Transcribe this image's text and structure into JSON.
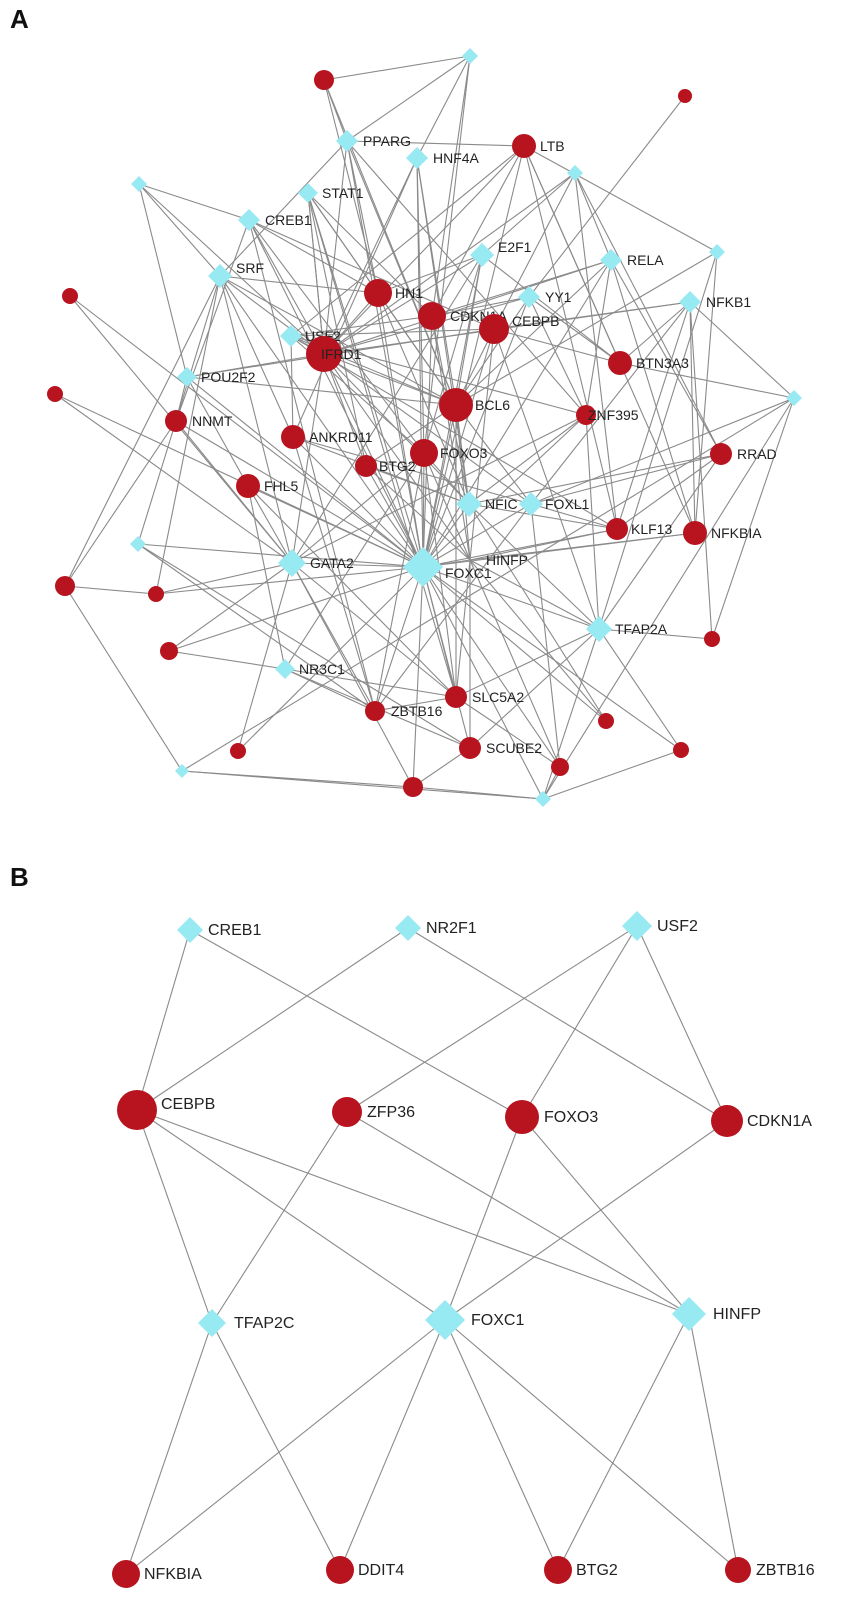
{
  "colors": {
    "gene": "#b8141f",
    "tf": "#98eaf2",
    "edge": "#8a8a8a"
  },
  "panelA": {
    "letter": "A",
    "nodes": [
      {
        "id": "PPARG",
        "label": "PPARG",
        "type": "tf"
      },
      {
        "id": "HNF4A",
        "label": "HNF4A",
        "type": "tf"
      },
      {
        "id": "LTB",
        "label": "LTB",
        "type": "gene"
      },
      {
        "id": "STAT1",
        "label": "STAT1",
        "type": "tf"
      },
      {
        "id": "CREB1",
        "label": "CREB1",
        "type": "tf"
      },
      {
        "id": "E2F1",
        "label": "E2F1",
        "type": "tf"
      },
      {
        "id": "RELA",
        "label": "RELA",
        "type": "tf"
      },
      {
        "id": "SRF",
        "label": "SRF",
        "type": "tf"
      },
      {
        "id": "HN1",
        "label": "HN1",
        "type": "gene"
      },
      {
        "id": "YY1",
        "label": "YY1",
        "type": "tf"
      },
      {
        "id": "NFKB1",
        "label": "NFKB1",
        "type": "tf"
      },
      {
        "id": "CDKN1A",
        "label": "CDKN1A",
        "type": "gene"
      },
      {
        "id": "CEBPB",
        "label": "CEBPB",
        "type": "gene"
      },
      {
        "id": "USF2",
        "label": "USF2",
        "type": "tf"
      },
      {
        "id": "IFRD1",
        "label": "IFRD1",
        "type": "gene"
      },
      {
        "id": "BTN3A3",
        "label": "BTN3A3",
        "type": "gene"
      },
      {
        "id": "POU2F2",
        "label": "POU2F2",
        "type": "tf"
      },
      {
        "id": "BCL6",
        "label": "BCL6",
        "type": "gene"
      },
      {
        "id": "NNMT",
        "label": "NNMT",
        "type": "gene"
      },
      {
        "id": "ZNF395",
        "label": "ZNF395",
        "type": "gene"
      },
      {
        "id": "ANKRD11",
        "label": "ANKRD11",
        "type": "gene"
      },
      {
        "id": "FOXO3",
        "label": "FOXO3",
        "type": "gene"
      },
      {
        "id": "BTG2",
        "label": "BTG2",
        "type": "gene"
      },
      {
        "id": "RRAD",
        "label": "RRAD",
        "type": "gene"
      },
      {
        "id": "FHL5",
        "label": "FHL5",
        "type": "gene"
      },
      {
        "id": "NFIC",
        "label": "NFIC",
        "type": "tf"
      },
      {
        "id": "FOXL1",
        "label": "FOXL1",
        "type": "tf"
      },
      {
        "id": "KLF13",
        "label": "KLF13",
        "type": "gene"
      },
      {
        "id": "NFKBIA",
        "label": "NFKBIA",
        "type": "gene"
      },
      {
        "id": "GATA2",
        "label": "GATA2",
        "type": "tf"
      },
      {
        "id": "FOXC1",
        "label": "FOXC1",
        "type": "tf"
      },
      {
        "id": "HINFP",
        "label": "HINFP",
        "type": "tf"
      },
      {
        "id": "TFAP2A",
        "label": "TFAP2A",
        "type": "tf"
      },
      {
        "id": "NR3C1",
        "label": "NR3C1",
        "type": "tf"
      },
      {
        "id": "SLC5A2",
        "label": "SLC5A2",
        "type": "gene"
      },
      {
        "id": "ZBTB16",
        "label": "ZBTB16",
        "type": "gene"
      },
      {
        "id": "SCUBE2",
        "label": "SCUBE2",
        "type": "gene"
      },
      {
        "id": "u1",
        "label": "",
        "type": "tf"
      },
      {
        "id": "u2",
        "label": "",
        "type": "gene"
      },
      {
        "id": "u3",
        "label": "",
        "type": "gene"
      },
      {
        "id": "u4",
        "label": "",
        "type": "tf"
      },
      {
        "id": "u5",
        "label": "",
        "type": "tf"
      },
      {
        "id": "u6",
        "label": "",
        "type": "tf"
      },
      {
        "id": "u7",
        "label": "",
        "type": "tf"
      },
      {
        "id": "u8",
        "label": "",
        "type": "tf"
      },
      {
        "id": "u9",
        "label": "",
        "type": "tf"
      },
      {
        "id": "u10",
        "label": "",
        "type": "tf"
      },
      {
        "id": "u11",
        "label": "",
        "type": "gene"
      },
      {
        "id": "u12",
        "label": "",
        "type": "gene"
      },
      {
        "id": "u13",
        "label": "",
        "type": "gene"
      },
      {
        "id": "u14",
        "label": "",
        "type": "gene"
      },
      {
        "id": "u15",
        "label": "",
        "type": "gene"
      },
      {
        "id": "u16",
        "label": "",
        "type": "gene"
      },
      {
        "id": "u17",
        "label": "",
        "type": "gene"
      },
      {
        "id": "u18",
        "label": "",
        "type": "gene"
      },
      {
        "id": "u19",
        "label": "",
        "type": "gene"
      },
      {
        "id": "u20",
        "label": "",
        "type": "gene"
      },
      {
        "id": "u21",
        "label": "",
        "type": "tf"
      },
      {
        "id": "u22",
        "label": "",
        "type": "tf"
      },
      {
        "id": "u23",
        "label": "",
        "type": "gene"
      }
    ],
    "edges": [
      [
        "u2",
        "u1"
      ],
      [
        "u2",
        "PPARG"
      ],
      [
        "u2",
        "HN1"
      ],
      [
        "u2",
        "BCL6"
      ],
      [
        "u1",
        "PPARG"
      ],
      [
        "u1",
        "HNF4A"
      ],
      [
        "u1",
        "CDKN1A"
      ],
      [
        "u1",
        "FOXO3"
      ],
      [
        "PPARG",
        "LTB"
      ],
      [
        "PPARG",
        "SRF"
      ],
      [
        "PPARG",
        "HN1"
      ],
      [
        "PPARG",
        "IFRD1"
      ],
      [
        "PPARG",
        "BCL6"
      ],
      [
        "PPARG",
        "FOXC1"
      ],
      [
        "PPARG",
        "ZNF395"
      ],
      [
        "HNF4A",
        "IFRD1"
      ],
      [
        "HNF4A",
        "BCL6"
      ],
      [
        "HNF4A",
        "FOXC1"
      ],
      [
        "HNF4A",
        "FOXO3"
      ],
      [
        "HNF4A",
        "ANKRD11"
      ],
      [
        "HNF4A",
        "NFIC"
      ],
      [
        "LTB",
        "CDKN1A"
      ],
      [
        "LTB",
        "IFRD1"
      ],
      [
        "LTB",
        "FOXC1"
      ],
      [
        "LTB",
        "BTN3A3"
      ],
      [
        "LTB",
        "NFKBIA"
      ],
      [
        "LTB",
        "KLF13"
      ],
      [
        "LTB",
        "USF2"
      ],
      [
        "STAT1",
        "IFRD1"
      ],
      [
        "STAT1",
        "BCL6"
      ],
      [
        "STAT1",
        "FOXC1"
      ],
      [
        "STAT1",
        "CDKN1A"
      ],
      [
        "STAT1",
        "BTG2"
      ],
      [
        "CREB1",
        "u4"
      ],
      [
        "CREB1",
        "IFRD1"
      ],
      [
        "CREB1",
        "CEBPB"
      ],
      [
        "CREB1",
        "FOXC1"
      ],
      [
        "CREB1",
        "NNMT"
      ],
      [
        "CREB1",
        "FOXO3"
      ],
      [
        "CREB1",
        "ZBTB16"
      ],
      [
        "CREB1",
        "HN1"
      ],
      [
        "u4",
        "POU2F2"
      ],
      [
        "u4",
        "IFRD1"
      ],
      [
        "u4",
        "SRF"
      ],
      [
        "E2F1",
        "HN1"
      ],
      [
        "E2F1",
        "IFRD1"
      ],
      [
        "E2F1",
        "FOXC1"
      ],
      [
        "E2F1",
        "BCL6"
      ],
      [
        "E2F1",
        "u6"
      ],
      [
        "E2F1",
        "BTN3A3"
      ],
      [
        "E2F1",
        "GATA2"
      ],
      [
        "E2F1",
        "FOXO3"
      ],
      [
        "RELA",
        "CDKN1A"
      ],
      [
        "RELA",
        "IFRD1"
      ],
      [
        "RELA",
        "FOXC1"
      ],
      [
        "RELA",
        "BCL6"
      ],
      [
        "RELA",
        "RRAD"
      ],
      [
        "RELA",
        "NFKBIA"
      ],
      [
        "RELA",
        "ZNF395"
      ],
      [
        "u8",
        "RELA"
      ],
      [
        "u8",
        "CEBPB"
      ],
      [
        "u8",
        "IFRD1"
      ],
      [
        "u8",
        "RRAD"
      ],
      [
        "u8",
        "KLF13"
      ],
      [
        "u7",
        "LTB"
      ],
      [
        "u7",
        "BCL6"
      ],
      [
        "u7",
        "NFKBIA"
      ],
      [
        "u7",
        "TFAP2A"
      ],
      [
        "SRF",
        "IFRD1"
      ],
      [
        "SRF",
        "HN1"
      ],
      [
        "SRF",
        "FOXC1"
      ],
      [
        "SRF",
        "NNMT"
      ],
      [
        "SRF",
        "GATA2"
      ],
      [
        "SRF",
        "BCL6"
      ],
      [
        "SRF",
        "ANKRD11"
      ],
      [
        "SRF",
        "u13"
      ],
      [
        "SRF",
        "u15"
      ],
      [
        "u5",
        "IFRD1"
      ],
      [
        "u5",
        "BCL6"
      ],
      [
        "u5",
        "SLC5A2"
      ],
      [
        "HN1",
        "IFRD1"
      ],
      [
        "HN1",
        "FOXC1"
      ],
      [
        "HN1",
        "BCL6"
      ],
      [
        "HN1",
        "NFIC"
      ],
      [
        "YY1",
        "CDKN1A"
      ],
      [
        "YY1",
        "BCL6"
      ],
      [
        "YY1",
        "FOXC1"
      ],
      [
        "YY1",
        "IFRD1"
      ],
      [
        "YY1",
        "BTN3A3"
      ],
      [
        "YY1",
        "ZNF395"
      ],
      [
        "YY1",
        "u3"
      ],
      [
        "NFKB1",
        "CEBPB"
      ],
      [
        "NFKB1",
        "BTN3A3"
      ],
      [
        "NFKB1",
        "NFKBIA"
      ],
      [
        "NFKB1",
        "IFRD1"
      ],
      [
        "NFKB1",
        "KLF13"
      ],
      [
        "NFKB1",
        "FOXL1"
      ],
      [
        "NFKB1",
        "u23"
      ],
      [
        "CDKN1A",
        "FOXC1"
      ],
      [
        "CDKN1A",
        "USF2"
      ],
      [
        "CDKN1A",
        "NFIC"
      ],
      [
        "CDKN1A",
        "HINFP"
      ],
      [
        "CEBPB",
        "FOXC1"
      ],
      [
        "CEBPB",
        "BCL6"
      ],
      [
        "CEBPB",
        "USF2"
      ],
      [
        "CEBPB",
        "BTN3A3"
      ],
      [
        "CEBPB",
        "HINFP"
      ],
      [
        "CEBPB",
        "TFAP2A"
      ],
      [
        "CEBPB",
        "POU2F2"
      ],
      [
        "USF2",
        "IFRD1"
      ],
      [
        "USF2",
        "BCL6"
      ],
      [
        "USF2",
        "FOXO3"
      ],
      [
        "USF2",
        "ZNF395"
      ],
      [
        "USF2",
        "KLF13"
      ],
      [
        "USF2",
        "ANKRD11"
      ],
      [
        "IFRD1",
        "FOXC1"
      ],
      [
        "IFRD1",
        "BCL6"
      ],
      [
        "IFRD1",
        "NFIC"
      ],
      [
        "IFRD1",
        "FOXL1"
      ],
      [
        "IFRD1",
        "BTG2"
      ],
      [
        "IFRD1",
        "GATA2"
      ],
      [
        "IFRD1",
        "POU2F2"
      ],
      [
        "IFRD1",
        "HINFP"
      ],
      [
        "POU2F2",
        "NNMT"
      ],
      [
        "POU2F2",
        "FOXC1"
      ],
      [
        "POU2F2",
        "BCL6"
      ],
      [
        "POU2F2",
        "FHL5"
      ],
      [
        "BCL6",
        "FOXC1"
      ],
      [
        "BCL6",
        "NFIC"
      ],
      [
        "BCL6",
        "FOXL1"
      ],
      [
        "BCL6",
        "HINFP"
      ],
      [
        "BCL6",
        "BTG2"
      ],
      [
        "BCL6",
        "SLC5A2"
      ],
      [
        "NNMT",
        "GATA2"
      ],
      [
        "NNMT",
        "u9"
      ],
      [
        "NNMT",
        "u13"
      ],
      [
        "NNMT",
        "FOXC1"
      ],
      [
        "ZNF395",
        "FOXC1"
      ],
      [
        "ZNF395",
        "NFIC"
      ],
      [
        "ZNF395",
        "GATA2"
      ],
      [
        "ZNF395",
        "TFAP2A"
      ],
      [
        "ANKRD11",
        "FOXC1"
      ],
      [
        "ANKRD11",
        "NFIC"
      ],
      [
        "ANKRD11",
        "ZBTB16"
      ],
      [
        "ANKRD11",
        "FOXL1"
      ],
      [
        "FOXO3",
        "FOXC1"
      ],
      [
        "FOXO3",
        "NFIC"
      ],
      [
        "FOXO3",
        "HINFP"
      ],
      [
        "FOXO3",
        "SLC5A2"
      ],
      [
        "FOXO3",
        "ZBTB16"
      ],
      [
        "FOXO3",
        "GATA2"
      ],
      [
        "FOXO3",
        "NR3C1"
      ],
      [
        "BTG2",
        "FOXC1"
      ],
      [
        "BTG2",
        "NFIC"
      ],
      [
        "BTG2",
        "HINFP"
      ],
      [
        "RRAD",
        "TFAP2A"
      ],
      [
        "RRAD",
        "KLF13"
      ],
      [
        "RRAD",
        "NFIC"
      ],
      [
        "RRAD",
        "FOXL1"
      ],
      [
        "u10",
        "NFKB1"
      ],
      [
        "u10",
        "BTN3A3"
      ],
      [
        "u10",
        "FOXL1"
      ],
      [
        "u10",
        "u23"
      ],
      [
        "u10",
        "u21"
      ],
      [
        "u10",
        "u22"
      ],
      [
        "FHL5",
        "GATA2"
      ],
      [
        "FHL5",
        "FOXC1"
      ],
      [
        "FHL5",
        "SLC5A2"
      ],
      [
        "FHL5",
        "NR3C1"
      ],
      [
        "NFIC",
        "FOXC1"
      ],
      [
        "NFIC",
        "KLF13"
      ],
      [
        "NFIC",
        "TFAP2A"
      ],
      [
        "NFIC",
        "u17"
      ],
      [
        "FOXL1",
        "FOXC1"
      ],
      [
        "FOXL1",
        "KLF13"
      ],
      [
        "FOXL1",
        "u18"
      ],
      [
        "FOXL1",
        "ZBTB16"
      ],
      [
        "KLF13",
        "FOXC1"
      ],
      [
        "KLF13",
        "HINFP"
      ],
      [
        "NFKBIA",
        "FOXC1"
      ],
      [
        "NFKBIA",
        "HINFP"
      ],
      [
        "GATA2",
        "FOXC1"
      ],
      [
        "GATA2",
        "u11"
      ],
      [
        "GATA2",
        "u12"
      ],
      [
        "GATA2",
        "u14"
      ],
      [
        "GATA2",
        "SLC5A2"
      ],
      [
        "GATA2",
        "ZBTB16"
      ],
      [
        "GATA2",
        "u16"
      ],
      [
        "GATA2",
        "u15"
      ],
      [
        "GATA2",
        "u19"
      ],
      [
        "u9",
        "FOXC1"
      ],
      [
        "u9",
        "ZBTB16"
      ],
      [
        "u9",
        "SCUBE2"
      ],
      [
        "FOXC1",
        "HINFP"
      ],
      [
        "FOXC1",
        "TFAP2A"
      ],
      [
        "FOXC1",
        "u11"
      ],
      [
        "FOXC1",
        "SLC5A2"
      ],
      [
        "FOXC1",
        "ZBTB16"
      ],
      [
        "FOXC1",
        "SCUBE2"
      ],
      [
        "FOXC1",
        "u12"
      ],
      [
        "FOXC1",
        "u16"
      ],
      [
        "FOXC1",
        "u17"
      ],
      [
        "FOXC1",
        "u18"
      ],
      [
        "FOXC1",
        "u14"
      ],
      [
        "FOXC1",
        "u15"
      ],
      [
        "FOXC1",
        "u19"
      ],
      [
        "FOXC1",
        "u20"
      ],
      [
        "FOXC1",
        "u22"
      ],
      [
        "HINFP",
        "SLC5A2"
      ],
      [
        "HINFP",
        "SCUBE2"
      ],
      [
        "HINFP",
        "u17"
      ],
      [
        "HINFP",
        "u18"
      ],
      [
        "HINFP",
        "TFAP2A"
      ],
      [
        "TFAP2A",
        "SCUBE2"
      ],
      [
        "TFAP2A",
        "SLC5A2"
      ],
      [
        "TFAP2A",
        "u20"
      ],
      [
        "TFAP2A",
        "u22"
      ],
      [
        "TFAP2A",
        "u23"
      ],
      [
        "NR3C1",
        "u14"
      ],
      [
        "NR3C1",
        "SLC5A2"
      ],
      [
        "NR3C1",
        "ZBTB16"
      ],
      [
        "NR3C1",
        "SCUBE2"
      ],
      [
        "SLC5A2",
        "ZBTB16"
      ],
      [
        "SLC5A2",
        "u18"
      ],
      [
        "u13",
        "u15"
      ],
      [
        "u13",
        "u21"
      ],
      [
        "u21",
        "u19"
      ],
      [
        "u21",
        "u22"
      ],
      [
        "u19",
        "u22"
      ],
      [
        "u19",
        "SCUBE2"
      ],
      [
        "u22",
        "u20"
      ],
      [
        "u22",
        "u18"
      ],
      [
        "u22",
        "u24x"
      ]
    ]
  },
  "panelB": {
    "letter": "B",
    "nodes": [
      {
        "id": "CREB1",
        "label": "CREB1",
        "type": "tf"
      },
      {
        "id": "NR2F1",
        "label": "NR2F1",
        "type": "tf"
      },
      {
        "id": "USF2",
        "label": "USF2",
        "type": "tf"
      },
      {
        "id": "CEBPB",
        "label": "CEBPB",
        "type": "gene"
      },
      {
        "id": "ZFP36",
        "label": "ZFP36",
        "type": "gene"
      },
      {
        "id": "FOXO3",
        "label": "FOXO3",
        "type": "gene"
      },
      {
        "id": "CDKN1A",
        "label": "CDKN1A",
        "type": "gene"
      },
      {
        "id": "TFAP2C",
        "label": "TFAP2C",
        "type": "tf"
      },
      {
        "id": "FOXC1",
        "label": "FOXC1",
        "type": "tf"
      },
      {
        "id": "HINFP",
        "label": "HINFP",
        "type": "tf"
      },
      {
        "id": "NFKBIA",
        "label": "NFKBIA",
        "type": "gene"
      },
      {
        "id": "DDIT4",
        "label": "DDIT4",
        "type": "gene"
      },
      {
        "id": "BTG2",
        "label": "BTG2",
        "type": "gene"
      },
      {
        "id": "ZBTB16",
        "label": "ZBTB16",
        "type": "gene"
      }
    ],
    "edges": [
      [
        "CREB1",
        "CEBPB"
      ],
      [
        "CREB1",
        "FOXO3"
      ],
      [
        "NR2F1",
        "CEBPB"
      ],
      [
        "NR2F1",
        "CDKN1A"
      ],
      [
        "USF2",
        "ZFP36"
      ],
      [
        "USF2",
        "FOXO3"
      ],
      [
        "USF2",
        "CDKN1A"
      ],
      [
        "CEBPB",
        "TFAP2C"
      ],
      [
        "CEBPB",
        "FOXC1"
      ],
      [
        "CEBPB",
        "HINFP"
      ],
      [
        "ZFP36",
        "TFAP2C"
      ],
      [
        "ZFP36",
        "HINFP"
      ],
      [
        "FOXO3",
        "FOXC1"
      ],
      [
        "FOXO3",
        "HINFP"
      ],
      [
        "CDKN1A",
        "FOXC1"
      ],
      [
        "TFAP2C",
        "NFKBIA"
      ],
      [
        "TFAP2C",
        "DDIT4"
      ],
      [
        "FOXC1",
        "NFKBIA"
      ],
      [
        "FOXC1",
        "DDIT4"
      ],
      [
        "FOXC1",
        "BTG2"
      ],
      [
        "FOXC1",
        "ZBTB16"
      ],
      [
        "HINFP",
        "BTG2"
      ],
      [
        "HINFP",
        "ZBTB16"
      ]
    ]
  }
}
